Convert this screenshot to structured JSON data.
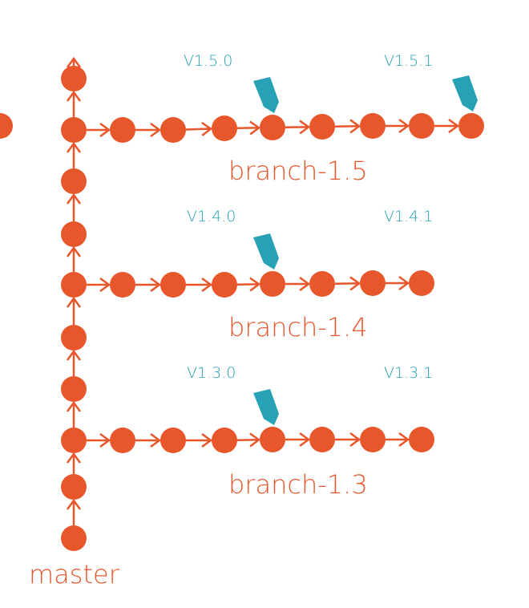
{
  "colors": {
    "commit": "#E8572B",
    "tag": "#26A1B5",
    "background": "#FFFFFF"
  },
  "master": {
    "label": "master",
    "commit_count": 10
  },
  "branches": [
    {
      "label": "branch-1.5",
      "commit_count": 8,
      "continues": true,
      "tags": [
        {
          "label": "V1.5.0",
          "commit_index": 3
        },
        {
          "label": "V1.5.1",
          "commit_index": 7
        }
      ]
    },
    {
      "label": "branch-1.4",
      "commit_count": 7,
      "continues": false,
      "tags": [
        {
          "label": "V1.4.0",
          "commit_index": 3
        },
        {
          "label": "V1.4.1",
          "commit_index": 7
        }
      ]
    },
    {
      "label": "branch-1.3",
      "commit_count": 7,
      "continues": false,
      "tags": [
        {
          "label": "V1.3.0",
          "commit_index": 3
        },
        {
          "label": "V1.3.1",
          "commit_index": 7
        }
      ]
    }
  ]
}
